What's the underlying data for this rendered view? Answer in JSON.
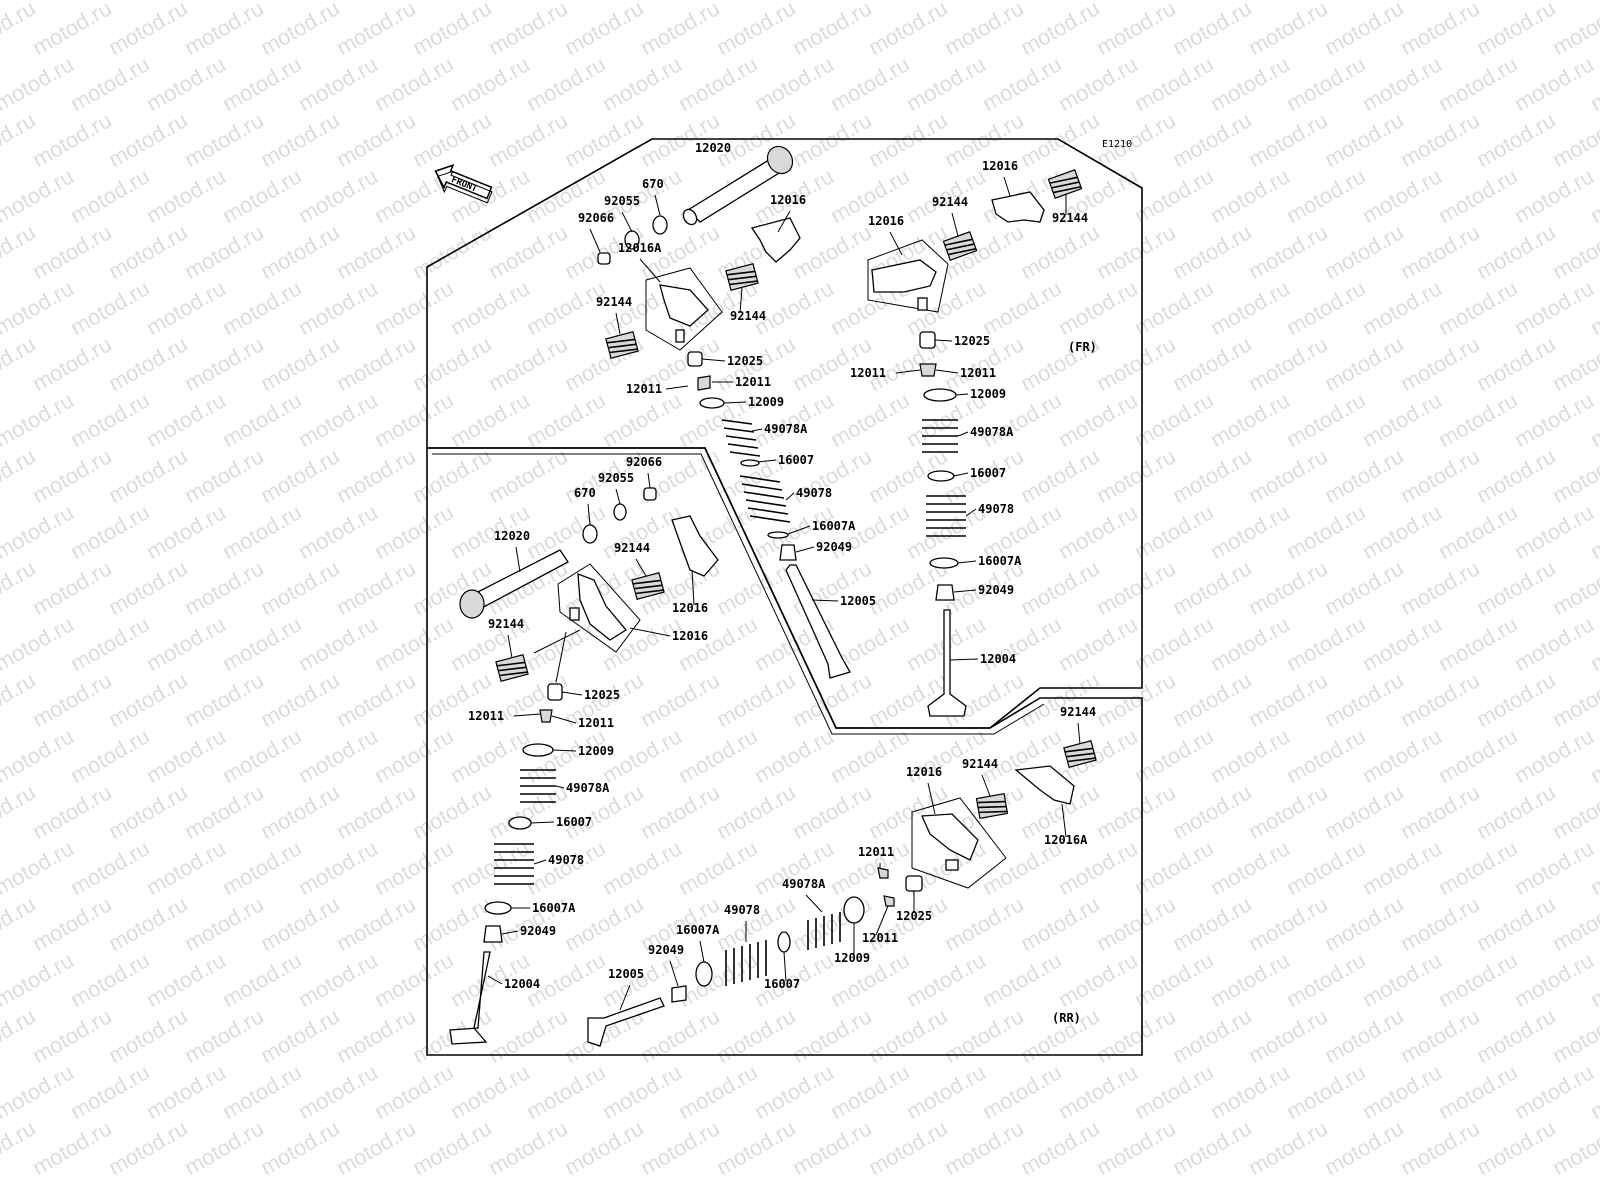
{
  "watermark": "motod.ru",
  "diagram_code": "E1210",
  "front_arrow_label": "FRONT",
  "sections": {
    "front": "(FR)",
    "rear": "(RR)"
  },
  "labels": [
    {
      "id": "l1",
      "text": "12020"
    },
    {
      "id": "l2",
      "text": "670"
    },
    {
      "id": "l3",
      "text": "92055"
    },
    {
      "id": "l4",
      "text": "92066"
    },
    {
      "id": "l5",
      "text": "12016"
    },
    {
      "id": "l6",
      "text": "12016A"
    },
    {
      "id": "l7",
      "text": "92144"
    },
    {
      "id": "l8",
      "text": "92144"
    },
    {
      "id": "l9",
      "text": "12025"
    },
    {
      "id": "l10",
      "text": "12011"
    },
    {
      "id": "l11",
      "text": "12011"
    },
    {
      "id": "l12",
      "text": "12009"
    },
    {
      "id": "l13",
      "text": "49078A"
    },
    {
      "id": "l14",
      "text": "16007"
    },
    {
      "id": "l15",
      "text": "49078"
    },
    {
      "id": "l16",
      "text": "16007A"
    },
    {
      "id": "l17",
      "text": "92049"
    },
    {
      "id": "l18",
      "text": "12005"
    },
    {
      "id": "l19",
      "text": "12016"
    },
    {
      "id": "l20",
      "text": "12016"
    },
    {
      "id": "l21",
      "text": "92144"
    },
    {
      "id": "l22",
      "text": "92144"
    },
    {
      "id": "l23",
      "text": "12025"
    },
    {
      "id": "l24",
      "text": "12011"
    },
    {
      "id": "l25",
      "text": "12011"
    },
    {
      "id": "l26",
      "text": "12009"
    },
    {
      "id": "l27",
      "text": "49078A"
    },
    {
      "id": "l28",
      "text": "16007"
    },
    {
      "id": "l29",
      "text": "49078"
    },
    {
      "id": "l30",
      "text": "16007A"
    },
    {
      "id": "l31",
      "text": "92049"
    },
    {
      "id": "l32",
      "text": "12004"
    },
    {
      "id": "l33",
      "text": "92066"
    },
    {
      "id": "l34",
      "text": "92055"
    },
    {
      "id": "l35",
      "text": "670"
    },
    {
      "id": "l36",
      "text": "12020"
    },
    {
      "id": "l37",
      "text": "92144"
    },
    {
      "id": "l38",
      "text": "12016"
    },
    {
      "id": "l39",
      "text": "92144"
    },
    {
      "id": "l40",
      "text": "12016"
    },
    {
      "id": "l41",
      "text": "12025"
    },
    {
      "id": "l42",
      "text": "12011"
    },
    {
      "id": "l43",
      "text": "12011"
    },
    {
      "id": "l44",
      "text": "12009"
    },
    {
      "id": "l45",
      "text": "49078A"
    },
    {
      "id": "l46",
      "text": "16007"
    },
    {
      "id": "l47",
      "text": "49078"
    },
    {
      "id": "l48",
      "text": "16007A"
    },
    {
      "id": "l49",
      "text": "92049"
    },
    {
      "id": "l50",
      "text": "12004"
    },
    {
      "id": "l51",
      "text": "92144"
    },
    {
      "id": "l52",
      "text": "12016"
    },
    {
      "id": "l53",
      "text": "92144"
    },
    {
      "id": "l54",
      "text": "12016A"
    },
    {
      "id": "l55",
      "text": "12011"
    },
    {
      "id": "l56",
      "text": "12011"
    },
    {
      "id": "l57",
      "text": "12025"
    },
    {
      "id": "l58",
      "text": "49078A"
    },
    {
      "id": "l59",
      "text": "12009"
    },
    {
      "id": "l60",
      "text": "49078"
    },
    {
      "id": "l61",
      "text": "16007A"
    },
    {
      "id": "l62",
      "text": "16007"
    },
    {
      "id": "l63",
      "text": "92049"
    },
    {
      "id": "l64",
      "text": "12005"
    }
  ]
}
